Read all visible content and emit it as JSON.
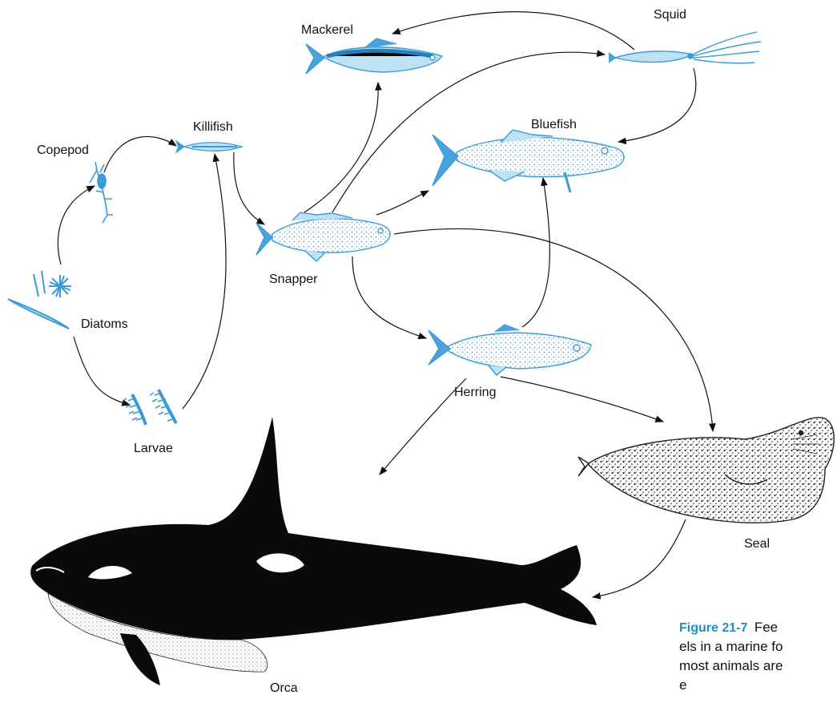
{
  "colors": {
    "plankton_blue": "#3a9bd6",
    "fish_blue": "#4aa3dc",
    "line": "#111111",
    "caption_blue": "#1b8fd1",
    "orca_black": "#0a0a0a"
  },
  "organisms": {
    "mackerel": "Mackerel",
    "squid": "Squid",
    "killifish": "Killifish",
    "bluefish": "Bluefish",
    "copepod": "Copepod",
    "snapper": "Snapper",
    "diatoms": "Diatoms",
    "herring": "Herring",
    "larvae": "Larvae",
    "seal": "Seal",
    "orca": "Orca"
  },
  "caption": {
    "figure_number": "Figure 21-7",
    "line1": "Fee",
    "line2": "els in a marine fo",
    "line3": "most animals are",
    "line4": "e"
  },
  "icons": [
    "copepod-icon",
    "diatom-icon",
    "larvae-icon",
    "killifish-icon",
    "snapper-icon",
    "mackerel-icon",
    "squid-icon",
    "bluefish-icon",
    "herring-icon",
    "seal-icon",
    "orca-icon"
  ]
}
